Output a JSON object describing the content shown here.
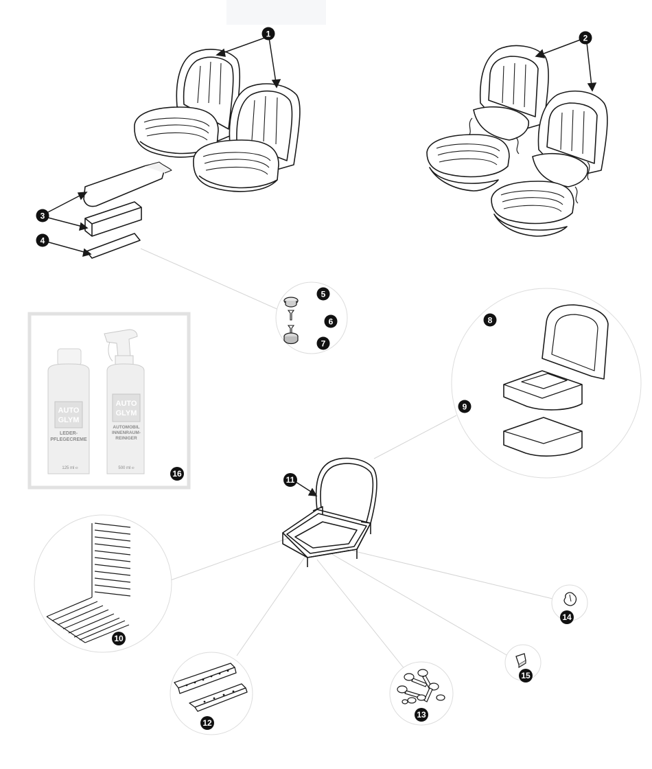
{
  "callouts": [
    "1",
    "2",
    "3",
    "4",
    "5",
    "6",
    "7",
    "8",
    "9",
    "10",
    "11",
    "12",
    "13",
    "14",
    "15",
    "16"
  ],
  "products": {
    "left": {
      "brand_line1": "AUTO",
      "brand_line2": "GLYM",
      "name_line1": "LEDER-",
      "name_line2": "PFLEGECREME",
      "volume": "125 ml ℮"
    },
    "right": {
      "brand_line1": "AUTO",
      "brand_line2": "GLYM",
      "name_line1": "AUTOMOBIL",
      "name_line2": "INNENRAUM-",
      "name_line3": "REINIGER",
      "volume": "500 ml ℮"
    }
  },
  "colors": {
    "line": "#1a1a1a",
    "callout_fill": "#111111",
    "leader_gray": "#d4d4d4",
    "circle_gray": "#dcdcdc",
    "product_frame": "#e2e2e2",
    "bottle": "#ececec"
  }
}
